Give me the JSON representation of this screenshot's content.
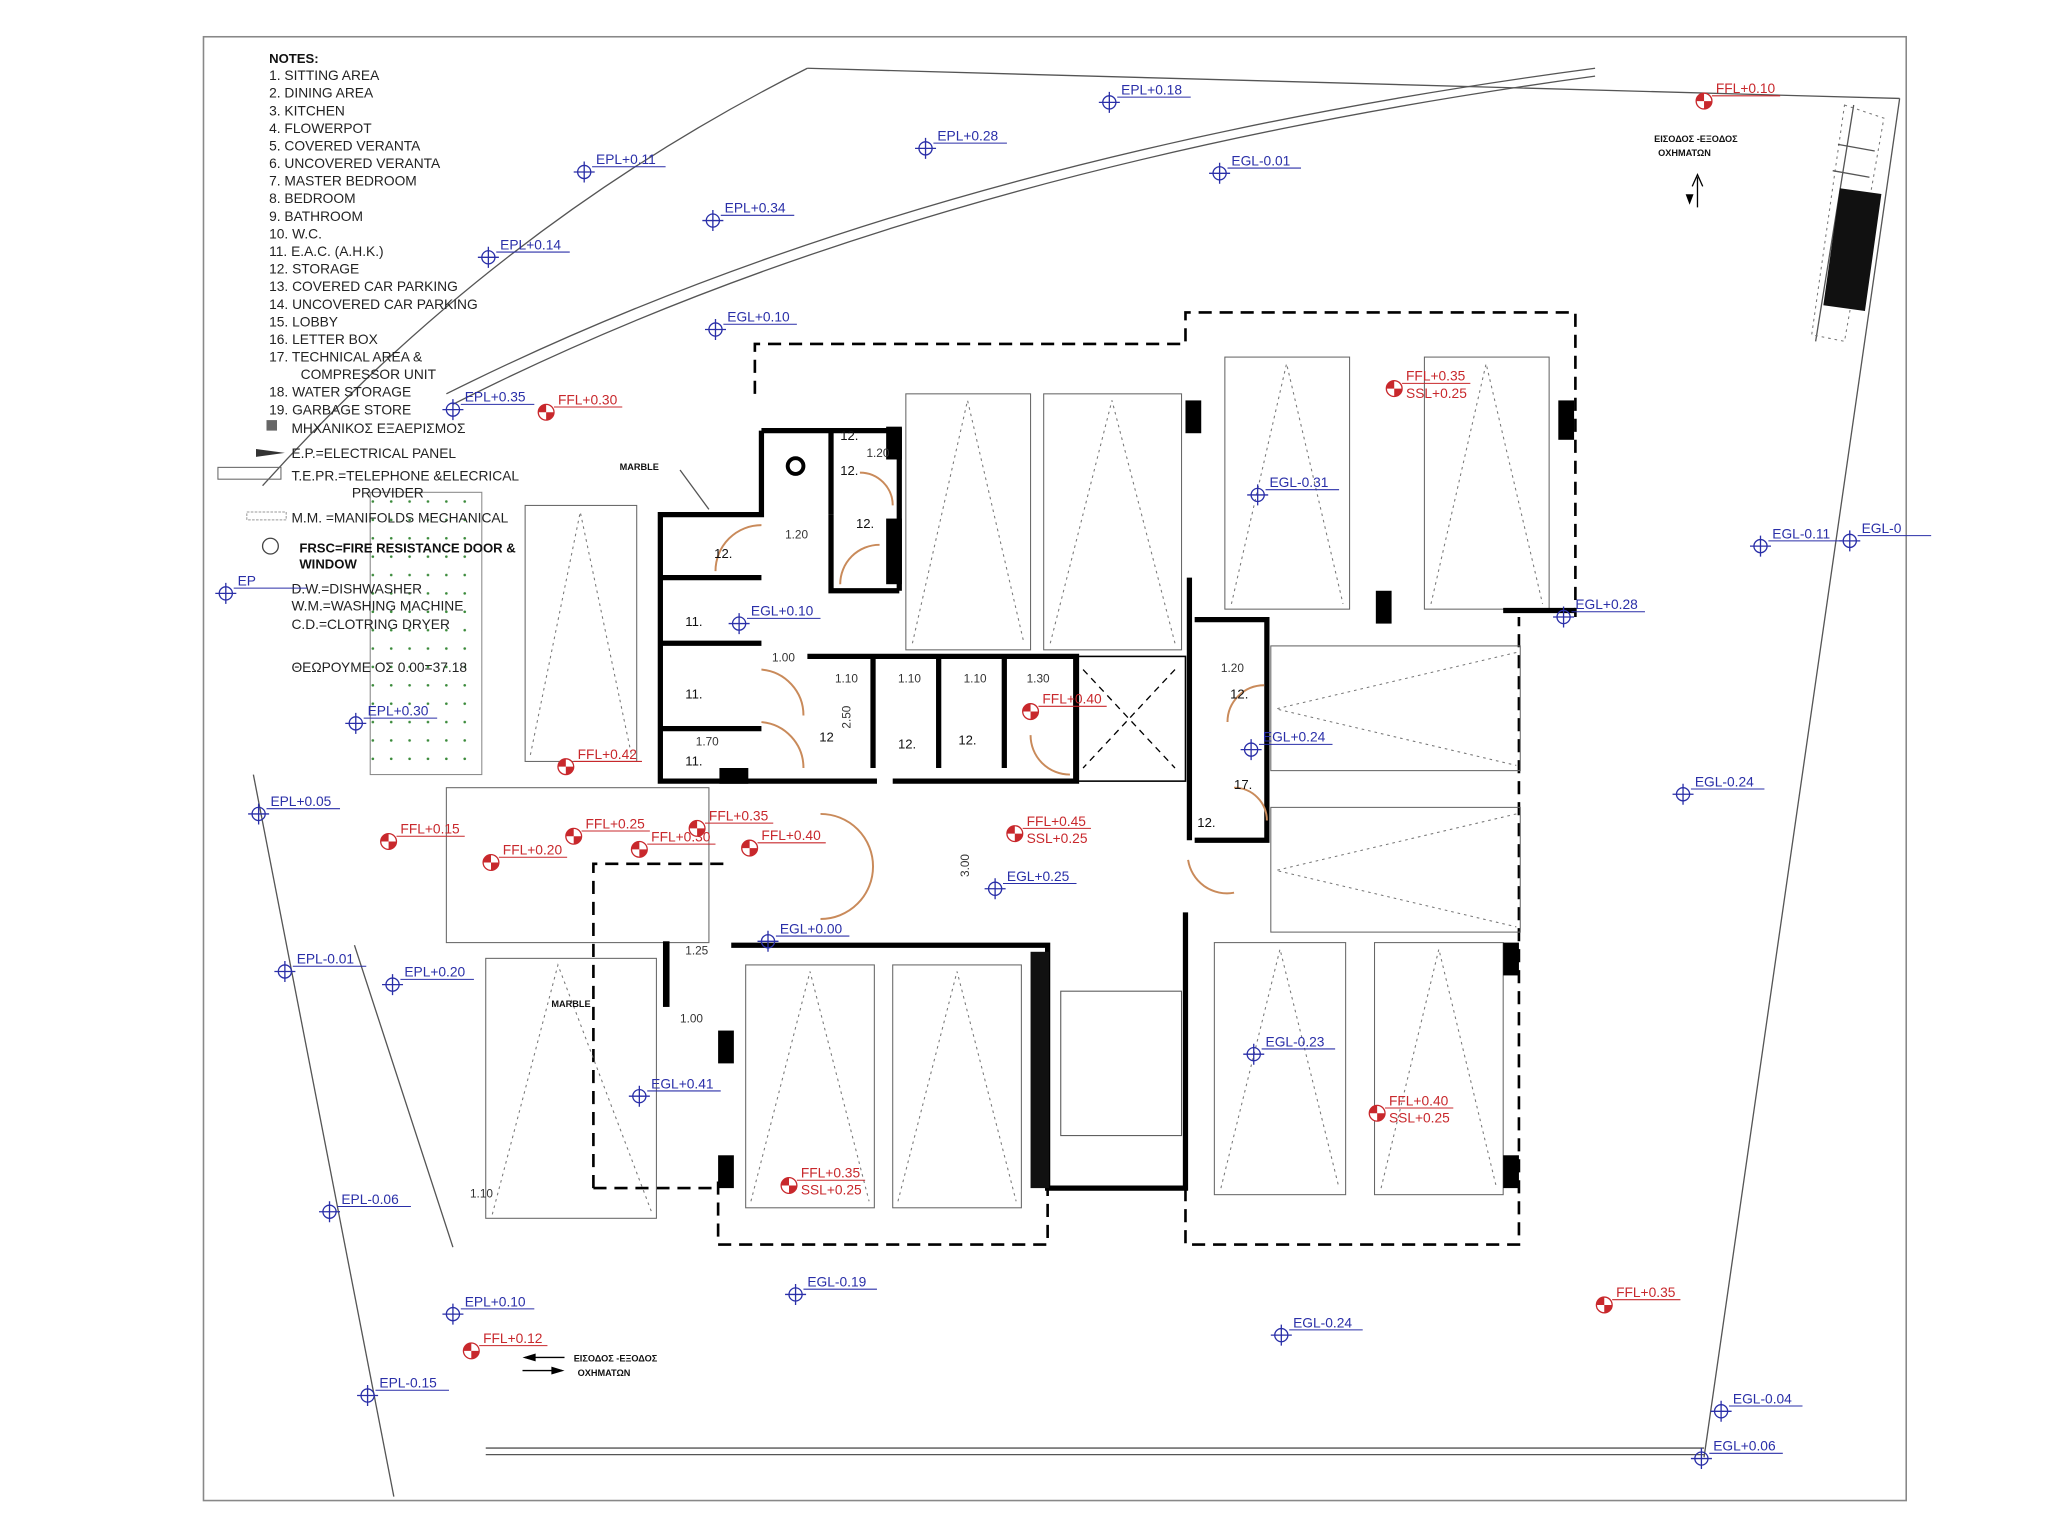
{
  "notes": {
    "title": "NOTES:",
    "items": [
      "1.  SITTING AREA",
      "2.  DINING AREA",
      "3.  KITCHEN",
      "4.  FLOWERPOT",
      "5.  COVERED VERANTA",
      "6.  UNCOVERED VERANTA",
      "7.  MASTER BEDROOM",
      "8.  BEDROOM",
      "9.  BATHROOM",
      "10.  W.C.",
      "11.  E.A.C. (A.H.K.)",
      "12.  STORAGE",
      "13.  COVERED CAR PARKING",
      "14.  UNCOVERED CAR PARKING",
      "15.  LOBBY",
      "16.  LETTER BOX",
      "17.  TECHNICAL AREA &",
      "COMPRESSOR UNIT",
      "18.  WATER STORAGE",
      "19.  GARBAGE STORE"
    ],
    "legend": [
      "ΜΗΧΑΝΙΚΟΣ ΕΞΑΕΡΙΣΜΟΣ",
      "E.P.=ELECTRICAL PANEL",
      "T.E.PR.=TELEPHONE &ELECRICAL",
      "PROVIDER",
      "M.M. =MANIFOLDS MECHANICAL",
      "FRSC=FIRE RESISTANCE DOOR &",
      "WINDOW",
      "D.W.=DISHWASHER",
      "W.M.=WASHING MACHINE",
      "C.D.=CLOTRING DRYER",
      "ΘΕΩΡΟΥΜΕ ΟΣ 0.00=37.18"
    ]
  },
  "vehicle_entry": {
    "line1": "ΕΙΣΟΔΟΣ -ΕΞΟΔΟΣ",
    "line2": "ΟΧΗΜΑΤΩΝ"
  },
  "marble": "MARBLE",
  "blue_levels": [
    "EPL+0.11",
    "EPL+0.28",
    "EPL+0.18",
    "EGL-0.01",
    "EPL+0.34",
    "EPL+0.14",
    "EGL+0.10",
    "EPL+0.35",
    "EGL-0.31",
    "EGL-0.11",
    "EGL-0",
    "EGL+0.28",
    "EGL+0.10",
    "EPL+0.30",
    "EGL+0.24",
    "EGL-0.24",
    "EPL+0.05",
    "EGL+0.25",
    "EGL+0.00",
    "EPL-0.01",
    "EPL+0.20",
    "EGL-0.23",
    "EGL+0.41",
    "EPL-0.06",
    "EGL-0.19",
    "EPL+0.10",
    "EGL-0.24",
    "EPL-0.15",
    "EGL-0.04",
    "EGL+0.06",
    "EP"
  ],
  "red_levels": [
    "FFL+0.10",
    "FFL+0.35",
    "SSL+0.25",
    "FFL+0.30",
    "FFL+0.42",
    "FFL+0.15",
    "FFL+0.20",
    "FFL+0.25",
    "FFL+0.30",
    "FFL+0.35",
    "FFL+0.40",
    "FFL+0.40",
    "FFL+0.45",
    "SSL+0.25",
    "FFL+0.40",
    "SSL+0.25",
    "FFL+0.35",
    "SSL+0.25",
    "FFL+0.35",
    "FFL+0.12"
  ],
  "dimensions": [
    "1.20",
    "1.00",
    "1.10",
    "1.10",
    "1.10",
    "1.30",
    "1.25",
    "1.00",
    "3.00",
    "2.50",
    "1.70",
    "1.20",
    "1.20",
    "1.10"
  ],
  "rooms": [
    "12.",
    "12.",
    "12.",
    "12.",
    "11.",
    "11.",
    "11.",
    "12",
    "12.",
    "12.",
    "12.",
    "12.",
    "17."
  ]
}
